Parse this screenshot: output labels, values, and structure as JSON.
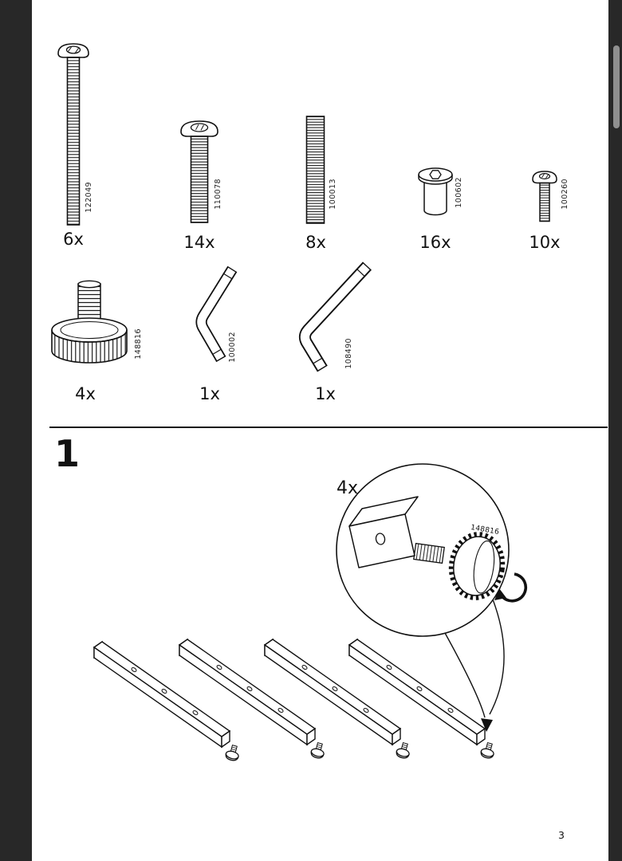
{
  "colors": {
    "frame": "#282828",
    "page": "#ffffff",
    "ink": "#111111"
  },
  "viewer": {
    "page_number": "3"
  },
  "parts_row1": [
    {
      "part_id": "122049",
      "qty": "6x",
      "name": "long-bolt"
    },
    {
      "part_id": "110078",
      "qty": "14x",
      "name": "medium-bolt"
    },
    {
      "part_id": "100013",
      "qty": "8x",
      "name": "threaded-rod"
    },
    {
      "part_id": "100602",
      "qty": "16x",
      "name": "sleeve-nut"
    },
    {
      "part_id": "100260",
      "qty": "10x",
      "name": "small-screw"
    }
  ],
  "parts_row2": [
    {
      "part_id": "148816",
      "qty": "4x",
      "name": "adjustable-foot-knob"
    },
    {
      "part_id": "100002",
      "qty": "1x",
      "name": "allen-key-small"
    },
    {
      "part_id": "108490",
      "qty": "1x",
      "name": "allen-key-large"
    }
  ],
  "step": {
    "number": "1",
    "callout_qty": "4x",
    "callout_part_id": "148816"
  }
}
